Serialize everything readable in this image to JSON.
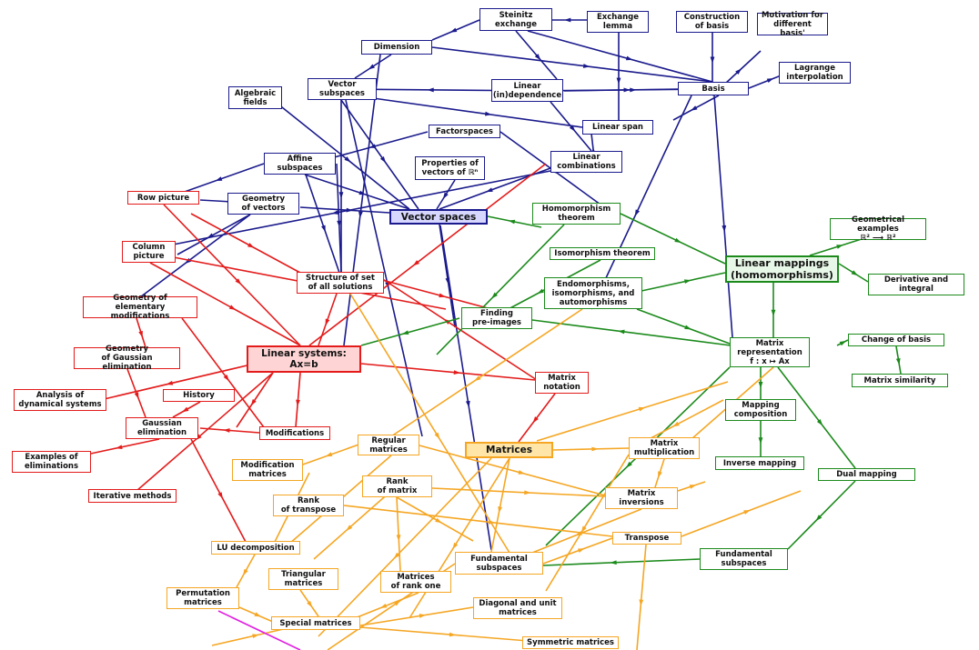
{
  "colors": {
    "navy": "#1a1a8c",
    "red": "#e31b1b",
    "green": "#1b8a1b",
    "orange": "#f5a623",
    "magenta": "#e020e0"
  },
  "nodes": {
    "steinitz": "Steinitz\nexchange",
    "exchange_lemma": "Exchange\nlemma",
    "construction_basis": "Construction\nof basis",
    "motivation_basis": "Motivation for\ndifferent basis'",
    "dimension": "Dimension",
    "lagrange": "Lagrange\ninterpolation",
    "vector_subspaces": "Vector\nsubspaces",
    "linear_independence": "Linear\n(in)dependence",
    "basis": "Basis",
    "algebraic_fields": "Algebraic\nfields",
    "linear_span": "Linear span",
    "factorspaces": "Factorspaces",
    "affine_subspaces": "Affine\nsubspaces",
    "properties_vectors": "Properties of\nvectors of ℝⁿ",
    "linear_combinations": "Linear\ncombinations",
    "row_picture": "Row picture",
    "geometry_vectors": "Geometry\nof vectors",
    "vector_spaces": "Vector spaces",
    "homomorphism_theorem": "Homomorphism\ntheorem",
    "geometrical_examples": "Geometrical examples\nℝ² ⟶ ℝ²",
    "column_picture": "Column\npicture",
    "isomorphism_theorem": "Isomorphism theorem",
    "linear_mappings": "Linear mappings\n(homomorphisms)",
    "derivative_integral": "Derivative and integral",
    "structure_solutions": "Structure of set\nof all solutions",
    "endomorphisms": "Endomorphisms,\nisomorphisms, and\nautomorphisms",
    "geometry_elementary": "Geometry of\nelementary modifications",
    "finding_preimages": "Finding\npre-images",
    "matrix_representation": "Matrix\nrepresentation\nf : x ↦ Ax",
    "change_basis": "Change of basis",
    "geometry_gaussian": "Geometry\nof Gaussian elimination",
    "linear_systems": "Linear systems:\nAx=b",
    "matrix_similarity": "Matrix similarity",
    "analysis_dynamical": "Analysis of\ndynamical systems",
    "history": "History",
    "matrix_notation": "Matrix\nnotation",
    "mapping_composition": "Mapping\ncomposition",
    "gaussian_elimination": "Gaussian\nelimination",
    "modifications": "Modifications",
    "regular_matrices": "Regular\nmatrices",
    "matrices": "Matrices",
    "matrix_multiplication": "Matrix\nmultiplication",
    "examples_eliminations": "Examples of\neliminations",
    "modification_matrices": "Modification\nmatrices",
    "inverse_mapping": "Inverse mapping",
    "dual_mapping": "Dual mapping",
    "rank_matrix": "Rank\nof matrix",
    "iterative_methods": "Iterative methods",
    "rank_transpose": "Rank\nof transpose",
    "matrix_inversions": "Matrix\ninversions",
    "transpose": "Transpose",
    "lu_decomposition": "LU decomposition",
    "fundamental_subspaces_orange": "Fundamental\nsubspaces",
    "fundamental_subspaces_green": "Fundamental\nsubspaces",
    "triangular_matrices": "Triangular\nmatrices",
    "matrices_rank_one": "Matrices\nof rank one",
    "permutation_matrices": "Permutation\nmatrices",
    "diagonal_unit": "Diagonal and unit\nmatrices",
    "special_matrices": "Special matrices",
    "symmetric_matrices": "Symmetric matrices"
  }
}
